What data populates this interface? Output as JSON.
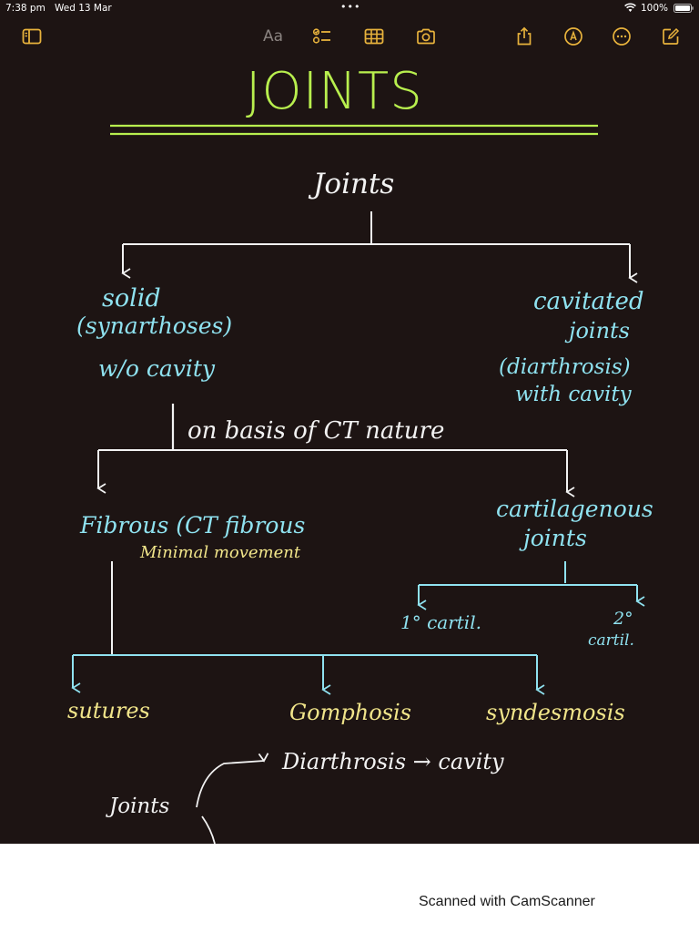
{
  "status_bar": {
    "time": "7:38 pm",
    "date": "Wed 13 Mar",
    "battery": "100%"
  },
  "toolbar": {
    "format_label": "Aa"
  },
  "note": {
    "title": "JOINTS",
    "root": "Joints",
    "solid_line1": "solid",
    "solid_line2": "(synarthoses)",
    "solid_line3": "w/o cavity",
    "cavitated_line1": "cavitated",
    "cavitated_line2": "joints",
    "cavitated_line3": "(diarthrosis)",
    "cavitated_line4": "with cavity",
    "basis_label": "on basis of CT nature",
    "fibrous_label": "Fibrous (CT fibrous",
    "fibrous_note": "Minimal movement",
    "cartilagenous_line1": "cartilagenous",
    "cartilagenous_line2": "joints",
    "primary_cartil": "1° cartil.",
    "secondary_num": "2°",
    "secondary_cartil": "cartil.",
    "sutures": "sutures",
    "gomphosis": "Gomphosis",
    "syndesmosis": "syndesmosis",
    "bottom_joints": "Joints",
    "bottom_diarthrosis": "Diarthrosis → cavity"
  },
  "footer": {
    "scanner_text": "Scanned with CamScanner"
  },
  "colors": {
    "background": "#1d1413",
    "title_green": "#b8ef4e",
    "cyan_ink": "#8fe2f0",
    "yellow_ink": "#f1e58a",
    "white_ink": "#f2f2f2"
  }
}
